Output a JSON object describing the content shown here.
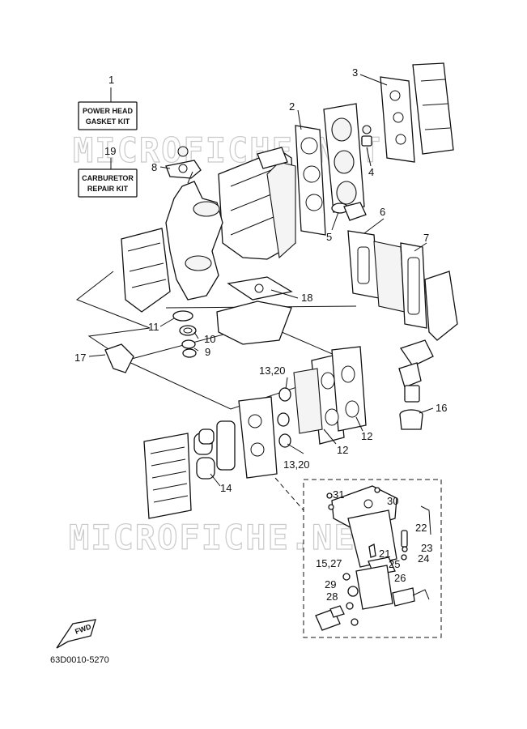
{
  "watermark": "MICROFICHE.NET",
  "kits": [
    {
      "number": "1",
      "line1": "POWER HEAD",
      "line2": "GASKET KIT"
    },
    {
      "number": "19",
      "line1": "CARBURETOR",
      "line2": "REPAIR KIT"
    }
  ],
  "callouts": {
    "c2": "2",
    "c3": "3",
    "c4": "4",
    "c5": "5",
    "c6": "6",
    "c7": "7",
    "c8": "8",
    "c9": "9",
    "c10": "10",
    "c11": "11",
    "c12a": "12",
    "c12b": "12",
    "c13_20a": "13,20",
    "c13_20b": "13,20",
    "c14": "14",
    "c15_27": "15,27",
    "c16": "16",
    "c17": "17",
    "c18": "18",
    "c21": "21",
    "c22": "22",
    "c23": "23",
    "c24": "24",
    "c25": "25",
    "c26": "26",
    "c28": "28",
    "c29": "29",
    "c30": "30",
    "c31": "31"
  },
  "fwd_label": "FWD",
  "diagram_code": "63D0010-5270"
}
